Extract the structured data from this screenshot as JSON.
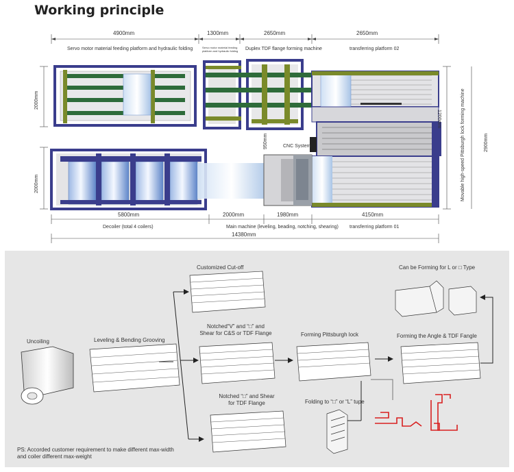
{
  "title": "Working principle",
  "layout": {
    "dims_top": [
      "4900mm",
      "1300mm",
      "2650mm",
      "2650mm"
    ],
    "dims_bottom": [
      "5800mm",
      "2000mm",
      "1980mm",
      "4150mm"
    ],
    "dim_total": "14380mm",
    "dim_left_top": "2000mm",
    "dim_left_bottom": "2000mm",
    "dim_right": "2900mm",
    "dim_right_small": "1200mm",
    "dim_mid_small": "950mm",
    "labels": {
      "servo_platform": "Servo motor material feeding platform and hydraulic folding",
      "servo_small": "Servo motor material feeding platform and hydraulic folding",
      "duplex": "Duplex TDF flange forming machine",
      "transfer02": "transferring platform 02",
      "transfer01": "transferring platform 01",
      "cnc": "CNC System",
      "decoiler": "Decoiler (total 4 coilers)",
      "main_machine": "Main machine (leveling, beading, notching, shearing)",
      "movable": "Movable high-speed Pittsburgh lock forming machine"
    }
  },
  "process": {
    "uncoiling": "Uncoiling",
    "leveling": "Leveling & Bending Grooving",
    "cutoff": "Customized Cut-off",
    "notched1_l1": "Notched“V” and “□” and",
    "notched1_l2": "Shear for C&S or TDF Flange",
    "notched2_l1": "Notched “□” and Shear",
    "notched2_l2": "for TDF Flange",
    "pittsburgh": "Forming Pittsburgh lock",
    "angle": "Forming the Angle & TDF Fangle",
    "lbox": "Can be Forming for L or □ Type",
    "folding": "Folding to “□” or “L” tupe",
    "ps_l1": "PS: Accorded customer requirement to make different max-width",
    "ps_l2": "and coiler different max-weight"
  },
  "colors": {
    "frame": "#3a3d8c",
    "rail": "#7a8a2a",
    "green": "#2e6b3a",
    "profile": "#d81e1e",
    "bg_panel": "#e6e6e6"
  }
}
